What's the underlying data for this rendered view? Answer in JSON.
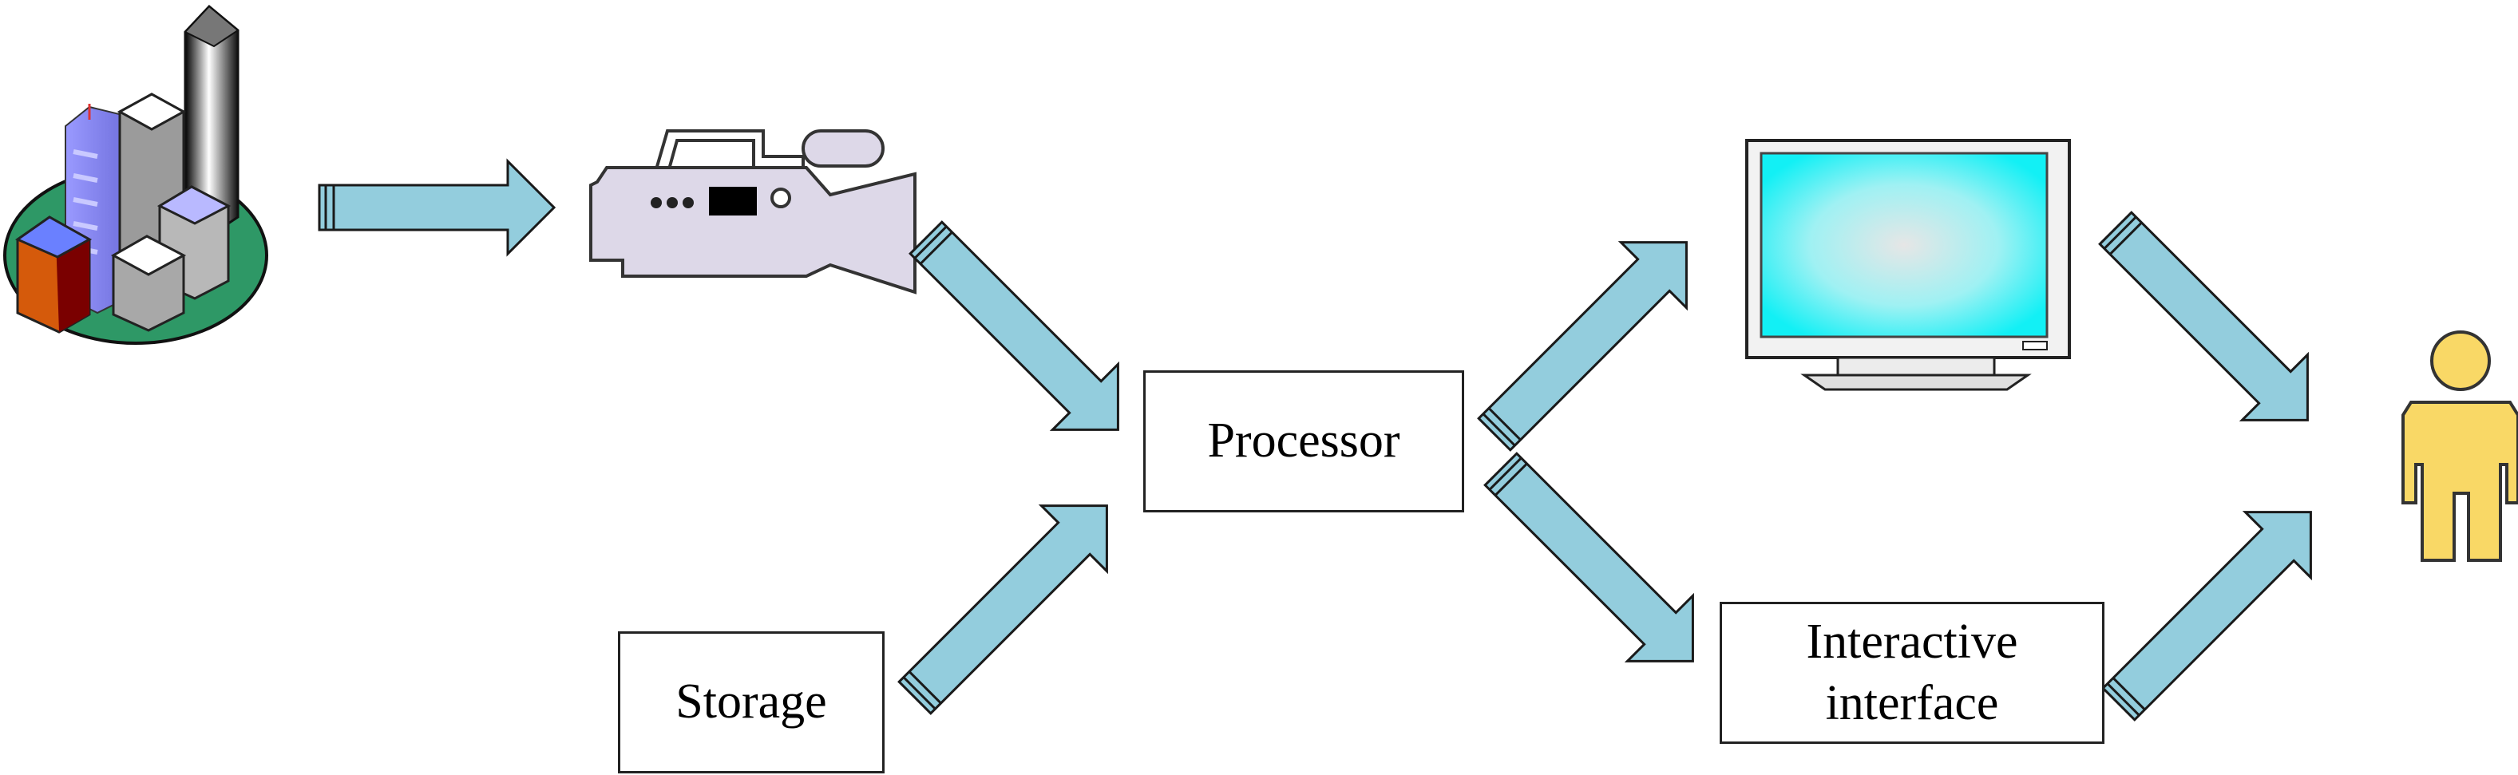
{
  "nodes": {
    "processor": {
      "label": "Processor"
    },
    "storage": {
      "label": "Storage"
    },
    "interface": {
      "label_line1": "Interactive",
      "label_line2": "interface"
    }
  },
  "icons": {
    "scene": "city-buildings-icon",
    "camera": "video-camera-icon",
    "display": "monitor-icon",
    "user": "person-icon"
  },
  "colors": {
    "arrow_fill": "#93cddd",
    "arrow_stroke": "#1a1a1a",
    "camera_body": "#ddd8e8",
    "screen_center": "#e3e3e3",
    "screen_edge": "#19f2f6",
    "person": "#f9d866",
    "ground": "#2e9866"
  }
}
